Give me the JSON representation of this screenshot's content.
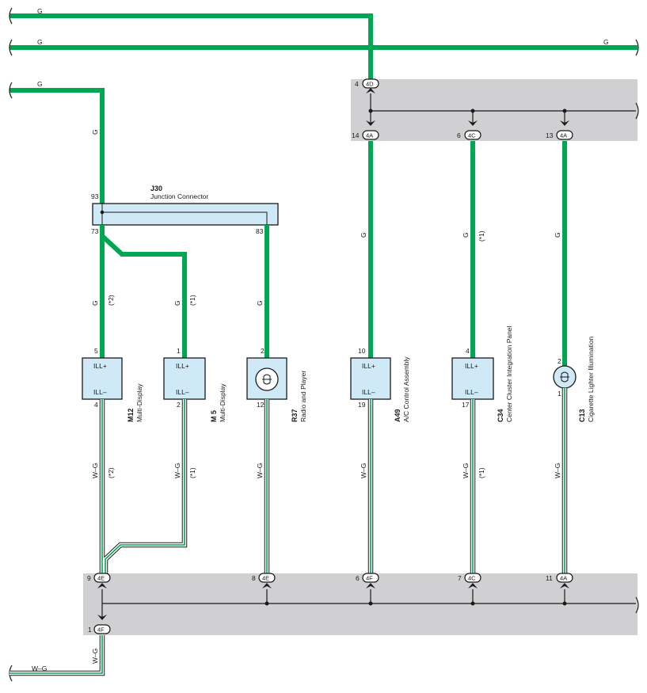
{
  "wire_colors": {
    "power": "#00a651",
    "ground_stripe": "#00a651",
    "junction_fill": "#cfe9f6",
    "panel_fill": "#d0d0d2"
  },
  "top_wires": [
    {
      "label": "G"
    },
    {
      "label": "G",
      "label_right": "G"
    },
    {
      "label": "G"
    }
  ],
  "junction": {
    "id": "J30",
    "name": "Junction Connector",
    "pins": {
      "in": "93",
      "out1": "73",
      "out2": "83"
    }
  },
  "top_panel": {
    "pins": [
      {
        "pin": "4",
        "conn": "4D"
      },
      {
        "pin": "14",
        "conn": "4A"
      },
      {
        "pin": "6",
        "conn": "4C"
      },
      {
        "pin": "13",
        "conn": "4A"
      }
    ]
  },
  "bottom_panel": {
    "pins": [
      {
        "pin": "9",
        "conn": "4E"
      },
      {
        "pin": "8",
        "conn": "4E"
      },
      {
        "pin": "6",
        "conn": "4F"
      },
      {
        "pin": "7",
        "conn": "4C"
      },
      {
        "pin": "11",
        "conn": "4A"
      },
      {
        "pin": "1",
        "conn": "4F"
      }
    ]
  },
  "components": [
    {
      "id": "M12",
      "name": "Multi-Display",
      "top_pin": "5",
      "bottom_pin": "4",
      "label_top": "ILL+",
      "label_bottom": "ILL–",
      "wire_top": "G",
      "note_top": "(*2)",
      "wire_bottom": "W–G",
      "note_bottom": "(*2)"
    },
    {
      "id": "M 5",
      "name": "Multi-Display",
      "top_pin": "1",
      "bottom_pin": "2",
      "label_top": "ILL+",
      "label_bottom": "ILL–",
      "wire_top": "G",
      "note_top": "(*1)",
      "wire_bottom": "W–G",
      "note_bottom": "(*1)"
    },
    {
      "id": "R37",
      "name": "Radio and Player",
      "top_pin": "2",
      "bottom_pin": "12",
      "wire_top": "G",
      "wire_bottom": "W–G"
    },
    {
      "id": "A49",
      "name": "A/C Control Assembly",
      "top_pin": "10",
      "bottom_pin": "19",
      "label_top": "ILL+",
      "label_bottom": "ILL–",
      "wire_top": "G",
      "wire_bottom": "W–G"
    },
    {
      "id": "C34",
      "name": "Center Cluster Integration Panel",
      "top_pin": "4",
      "bottom_pin": "17",
      "label_top": "ILL+",
      "label_bottom": "ILL–",
      "wire_top": "G",
      "note_top": "(*1)",
      "wire_bottom": "W–G",
      "note_bottom": "(*1)"
    },
    {
      "id": "C13",
      "name": "Cigarette Lighter Illumination",
      "top_pin": "2",
      "bottom_pin": "1",
      "wire_top": "G",
      "wire_bottom": "W–G"
    }
  ],
  "ground_wire": {
    "label": "W–G",
    "vertical_label": "W–G"
  },
  "j30_vertical_label": "G"
}
